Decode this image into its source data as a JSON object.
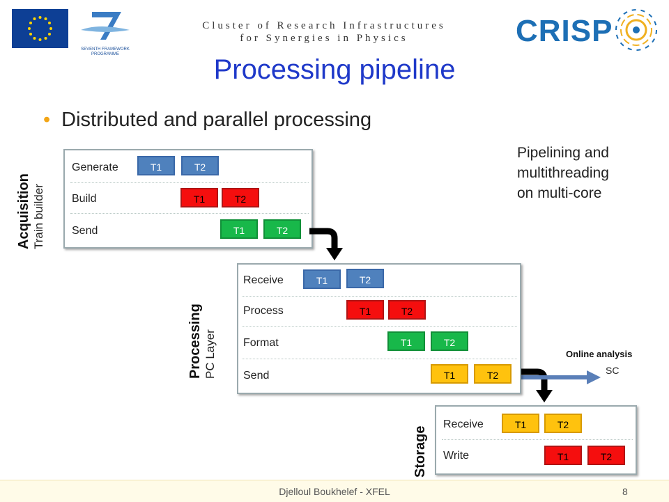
{
  "header": {
    "org_line1": "Cluster of Research Infrastructures",
    "org_line2": "for Synergies in Physics",
    "fp7_caption": "SEVENTH FRAMEWORK PROGRAMME",
    "crisp_logo": "CRISP"
  },
  "title": "Processing pipeline",
  "bullet": "Distributed and parallel processing",
  "note": [
    "Pipelining and",
    "multithreading",
    "on multi-core"
  ],
  "acquisition": {
    "label": "Acquisition",
    "sublabel": "Train builder",
    "rows": [
      "Generate",
      "Build",
      "Send"
    ]
  },
  "processing": {
    "label": "Processing",
    "sublabel": "PC Layer",
    "rows": [
      "Receive",
      "Process",
      "Format",
      "Send"
    ]
  },
  "storage": {
    "label": "Storage",
    "rows": [
      "Receive",
      "Write"
    ]
  },
  "task_labels": {
    "t1": "T1",
    "t2": "T2"
  },
  "online": {
    "label": "Online analysis",
    "sub": "SC"
  },
  "footer": {
    "author": "Djelloul Boukhelef - XFEL",
    "page": "8"
  },
  "colors": {
    "blue": "#4f81bd",
    "red": "#f50e0e",
    "green": "#18b84a",
    "yellow": "#ffc20e",
    "title": "#1f39c9"
  }
}
